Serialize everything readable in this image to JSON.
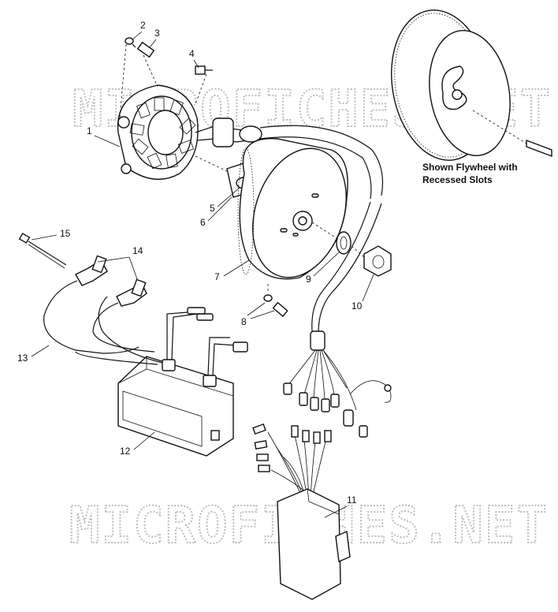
{
  "watermark": "MICROFICHES.NET",
  "note": {
    "line1": "Shown Flywheel with",
    "line2": "Recessed Slots"
  },
  "callouts": [
    "1",
    "2",
    "3",
    "4",
    "5",
    "6",
    "7",
    "8",
    "9",
    "10",
    "11",
    "12",
    "13",
    "14",
    "15"
  ]
}
